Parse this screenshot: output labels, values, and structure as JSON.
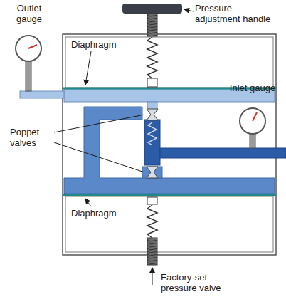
{
  "diagram": {
    "labels": [
      "Outlet gauge",
      "Diaphragm",
      "Pressure adjustment handle",
      "Inlet gauge",
      "Poppet valves",
      "Diaphragm",
      "Factory-set pressure valve"
    ]
  }
}
